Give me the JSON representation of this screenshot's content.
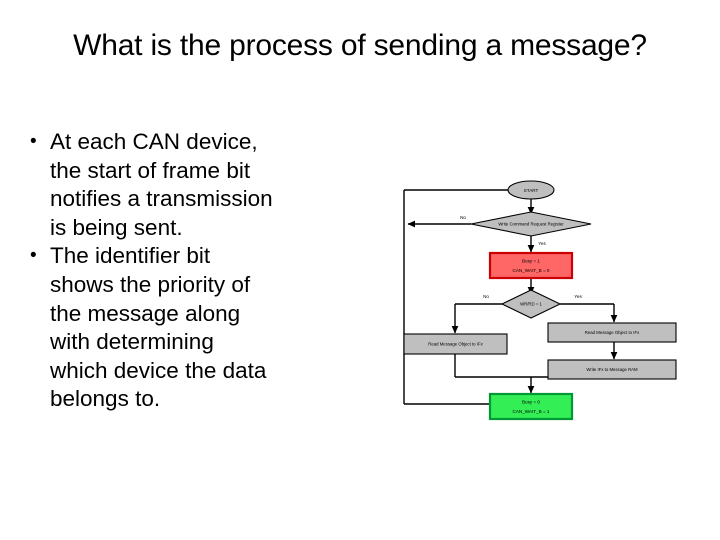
{
  "slide": {
    "title": "What is the process of sending a message?",
    "bullets": [
      {
        "marker": "•",
        "text": "At each CAN device,\nthe start of frame bit\nnotifies a transmission\nis being sent."
      },
      {
        "marker": "•",
        "text": "The identifier bit\nshows the priority of\nthe message along\nwith determining\nwhich device the data\nbelongs to."
      }
    ]
  },
  "diagram": {
    "name": "CAN message object transfer flowchart",
    "colors": {
      "process_fill": "#bfbfbf",
      "process_stroke": "#000000",
      "busy_set_fill": "#ff6666",
      "busy_set_stroke": "#cc0000",
      "busy_clear_fill": "#33ee55",
      "busy_clear_stroke": "#009933",
      "line": "#000000"
    },
    "nodes": {
      "start": "START",
      "decision_write_cmd": "Write Command Request Register",
      "busy_set_line1": "Busy = 1",
      "busy_set_line2": "CAN_WAIT_B = 0",
      "decision_wr_rd": "WR/RD = 1",
      "read_left": "Read Message Object to IFx",
      "read_right": "Read Message Object to IFx",
      "write_ram": "Write IFx to Message RAM",
      "busy_clear_line1": "Busy = 0",
      "busy_clear_line2": "CAN_WAIT_B = 1"
    },
    "edge_labels": {
      "write_cmd_no": "No",
      "write_cmd_yes": "Yes",
      "wr_rd_no": "No",
      "wr_rd_yes": "Yes"
    }
  }
}
